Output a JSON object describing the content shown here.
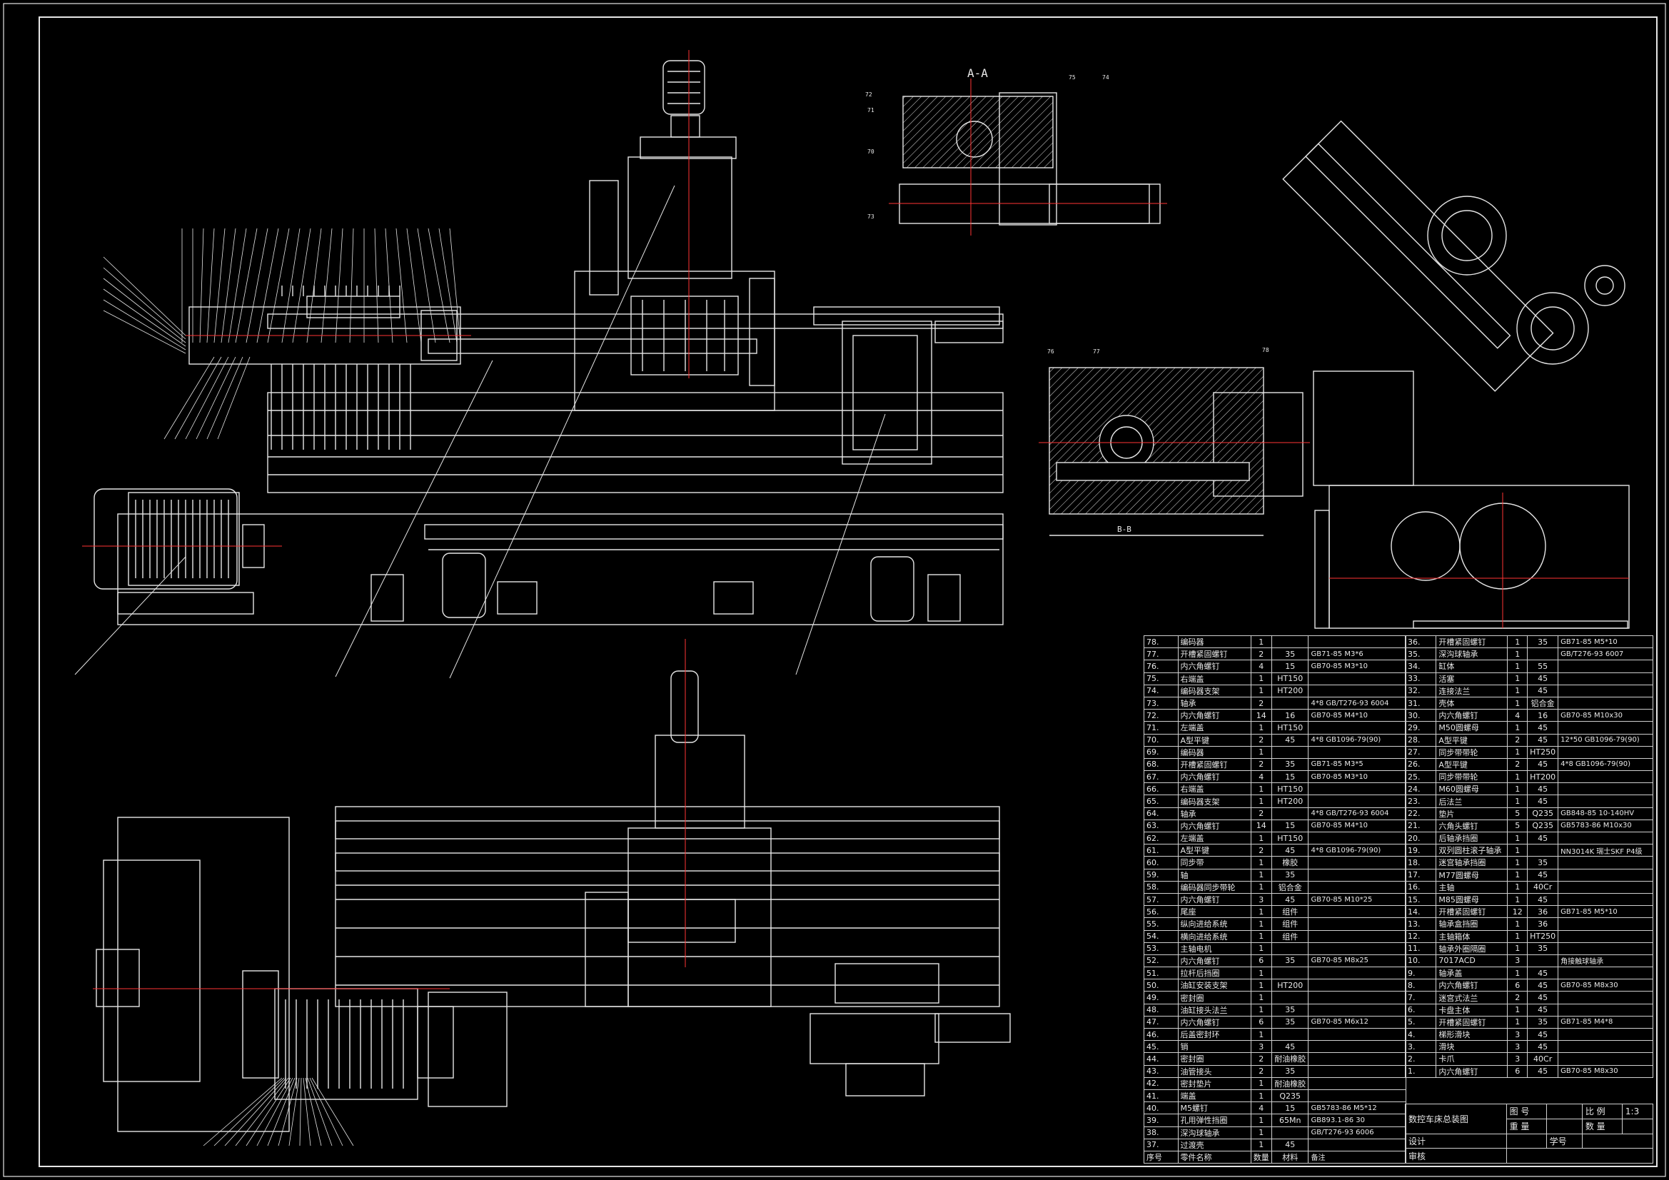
{
  "drawing": {
    "section_a_label": "A-A",
    "section_b_label": "B-B",
    "callouts_aa": [
      "72",
      "71",
      "70",
      "73",
      "75",
      "74"
    ],
    "callouts_bb": [
      "76",
      "77",
      "78"
    ]
  },
  "bom_left": {
    "rows": [
      [
        "78.",
        "编码器",
        "1",
        "",
        "",
        ""
      ],
      [
        "77.",
        "开槽紧固螺钉",
        "2",
        "35",
        "GB71-85 M3*6",
        ""
      ],
      [
        "76.",
        "内六角螺钉",
        "4",
        "15",
        "GB70-85 M3*10",
        ""
      ],
      [
        "75.",
        "右端盖",
        "1",
        "HT150",
        "",
        ""
      ],
      [
        "74.",
        "编码器支架",
        "1",
        "HT200",
        "",
        ""
      ],
      [
        "73.",
        "轴承",
        "2",
        "",
        "4*8 GB/T276-93 6004",
        ""
      ],
      [
        "72.",
        "内六角螺钉",
        "14",
        "16",
        "GB70-85 M4*10",
        ""
      ],
      [
        "71.",
        "左端盖",
        "1",
        "HT150",
        "",
        ""
      ],
      [
        "70.",
        "A型平键",
        "2",
        "45",
        "4*8 GB1096-79(90)",
        ""
      ],
      [
        "69.",
        "编码器",
        "1",
        "",
        "",
        ""
      ],
      [
        "68.",
        "开槽紧固螺钉",
        "2",
        "35",
        "GB71-85 M3*5",
        ""
      ],
      [
        "67.",
        "内六角螺钉",
        "4",
        "15",
        "GB70-85 M3*10",
        ""
      ],
      [
        "66.",
        "右端盖",
        "1",
        "HT150",
        "",
        ""
      ],
      [
        "65.",
        "编码器支架",
        "1",
        "HT200",
        "",
        ""
      ],
      [
        "64.",
        "轴承",
        "2",
        "",
        "4*8 GB/T276-93 6004",
        ""
      ],
      [
        "63.",
        "内六角螺钉",
        "14",
        "15",
        "GB70-85 M4*10",
        ""
      ],
      [
        "62.",
        "左端盖",
        "1",
        "HT150",
        "",
        ""
      ],
      [
        "61.",
        "A型平键",
        "2",
        "45",
        "4*8 GB1096-79(90)",
        ""
      ],
      [
        "60.",
        "同步带",
        "1",
        "橡胶",
        "",
        ""
      ],
      [
        "59.",
        "轴",
        "1",
        "35",
        "",
        ""
      ],
      [
        "58.",
        "编码器同步带轮",
        "1",
        "铝合金",
        "",
        ""
      ],
      [
        "57.",
        "内六角螺钉",
        "3",
        "45",
        "GB70-85 M10*25",
        ""
      ],
      [
        "56.",
        "尾座",
        "1",
        "组件",
        "",
        ""
      ],
      [
        "55.",
        "纵向进给系统",
        "1",
        "组件",
        "",
        ""
      ],
      [
        "54.",
        "横向进给系统",
        "1",
        "组件",
        "",
        ""
      ],
      [
        "53.",
        "主轴电机",
        "1",
        "",
        "",
        ""
      ],
      [
        "52.",
        "内六角螺钉",
        "6",
        "35",
        "GB70-85 M8x25",
        ""
      ],
      [
        "51.",
        "拉杆后挡圈",
        "1",
        "",
        "",
        ""
      ],
      [
        "50.",
        "油缸安装支架",
        "1",
        "HT200",
        "",
        ""
      ],
      [
        "49.",
        "密封圈",
        "1",
        "",
        "",
        ""
      ],
      [
        "48.",
        "油缸接头法兰",
        "1",
        "35",
        "",
        ""
      ],
      [
        "47.",
        "内六角螺钉",
        "6",
        "35",
        "GB70-85 M6x12",
        ""
      ],
      [
        "46.",
        "后盖密封环",
        "1",
        "",
        "",
        ""
      ],
      [
        "45.",
        "销",
        "3",
        "45",
        "",
        ""
      ],
      [
        "44.",
        "密封圈",
        "2",
        "耐油橡胶",
        "",
        ""
      ],
      [
        "43.",
        "油管接头",
        "2",
        "35",
        "",
        ""
      ],
      [
        "42.",
        "密封垫片",
        "1",
        "耐油橡胶",
        "",
        ""
      ],
      [
        "41.",
        "端盖",
        "1",
        "Q235",
        "",
        ""
      ],
      [
        "40.",
        "M5螺钉",
        "4",
        "15",
        "GB5783-86 M5*12",
        ""
      ],
      [
        "39.",
        "孔用弹性挡圈",
        "1",
        "65Mn",
        "GB893.1-86 30",
        ""
      ],
      [
        "38.",
        "深沟球轴承",
        "1",
        "",
        "GB/T276-93 6006",
        ""
      ],
      [
        "37.",
        "过渡壳",
        "1",
        "45",
        "",
        ""
      ]
    ],
    "footer": [
      "序号",
      "零件名称",
      "数量",
      "材料",
      "备注"
    ]
  },
  "bom_right": {
    "rows": [
      [
        "36.",
        "开槽紧固螺钉",
        "1",
        "35",
        "GB71-85 M5*10"
      ],
      [
        "35.",
        "深沟球轴承",
        "1",
        "",
        "GB/T276-93 6007"
      ],
      [
        "34.",
        "缸体",
        "1",
        "55",
        ""
      ],
      [
        "33.",
        "活塞",
        "1",
        "45",
        ""
      ],
      [
        "32.",
        "连接法兰",
        "1",
        "45",
        ""
      ],
      [
        "31.",
        "壳体",
        "1",
        "铝合金",
        ""
      ],
      [
        "30.",
        "内六角螺钉",
        "4",
        "16",
        "GB70-85 M10x30"
      ],
      [
        "29.",
        "M50圆螺母",
        "1",
        "45",
        ""
      ],
      [
        "28.",
        "A型平键",
        "2",
        "45",
        "12*50 GB1096-79(90)"
      ],
      [
        "27.",
        "同步带带轮",
        "1",
        "HT250",
        ""
      ],
      [
        "26.",
        "A型平键",
        "2",
        "45",
        "4*8 GB1096-79(90)"
      ],
      [
        "25.",
        "同步带带轮",
        "1",
        "HT200",
        ""
      ],
      [
        "24.",
        "M60圆螺母",
        "1",
        "45",
        ""
      ],
      [
        "23.",
        "后法兰",
        "1",
        "45",
        ""
      ],
      [
        "22.",
        "垫片",
        "5",
        "Q235",
        "GB848-85 10-140HV"
      ],
      [
        "21.",
        "六角头螺钉",
        "5",
        "Q235",
        "GB5783-86 M10x30"
      ],
      [
        "20.",
        "后轴承挡圈",
        "1",
        "45",
        ""
      ],
      [
        "19.",
        "双列圆柱滚子轴承",
        "1",
        "",
        "NN3014K 瑞士SKF P4级"
      ],
      [
        "18.",
        "迷宫轴承挡圈",
        "1",
        "35",
        ""
      ],
      [
        "17.",
        "M77圆螺母",
        "1",
        "45",
        ""
      ],
      [
        "16.",
        "主轴",
        "1",
        "40Cr",
        ""
      ],
      [
        "15.",
        "M85圆螺母",
        "1",
        "45",
        ""
      ],
      [
        "14.",
        "开槽紧固螺钉",
        "12",
        "36",
        "GB71-85 M5*10"
      ],
      [
        "13.",
        "轴承盒挡圈",
        "1",
        "36",
        ""
      ],
      [
        "12.",
        "主轴箱体",
        "1",
        "HT250",
        ""
      ],
      [
        "11.",
        "轴承外圈隔圈",
        "1",
        "35",
        ""
      ],
      [
        "10.",
        "7017ACD",
        "3",
        "",
        "角接触球轴承"
      ],
      [
        "9.",
        "轴承盖",
        "1",
        "45",
        ""
      ],
      [
        "8.",
        "内六角螺钉",
        "6",
        "45",
        "GB70-85 M8x30"
      ],
      [
        "7.",
        "迷宫式法兰",
        "2",
        "45",
        ""
      ],
      [
        "6.",
        "卡盘主体",
        "1",
        "45",
        ""
      ],
      [
        "5.",
        "开槽紧固螺钉",
        "1",
        "35",
        "GB71-85 M4*8"
      ],
      [
        "4.",
        "梯形滑块",
        "3",
        "45",
        ""
      ],
      [
        "3.",
        "滑块",
        "3",
        "45",
        ""
      ],
      [
        "2.",
        "卡爪",
        "3",
        "40Cr",
        ""
      ],
      [
        "1.",
        "内六角螺钉",
        "6",
        "45",
        "GB70-85 M8x30"
      ]
    ]
  },
  "title_block": {
    "drawing_title": "数控车床总装图",
    "tu_hao": "图 号",
    "zhong_liang": "重 量",
    "bi_li": "比 例",
    "scale": "1:3",
    "shu_liang": "数 量",
    "she_ji": "设计",
    "shen_he": "审核",
    "xue_hao": "学号"
  }
}
